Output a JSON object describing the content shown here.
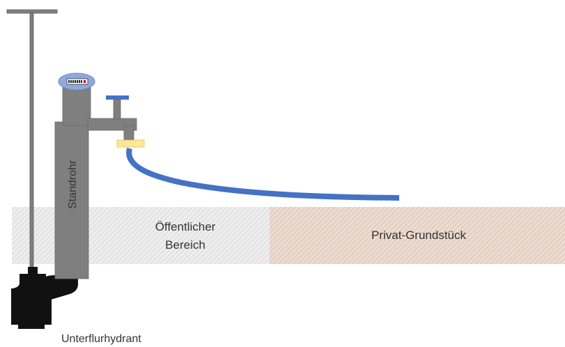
{
  "labels": {
    "standrohr": "Standrohr",
    "oeffentlich_line1": "Öffentlicher",
    "oeffentlich_line2": "Bereich",
    "privat": "Privat-Grundstück",
    "hydrant": "Unterflurhydrant"
  },
  "colors": {
    "pipe_gray": "#7f7f7f",
    "hose_blue": "#4472c4",
    "public_ground": "#e6e6e6",
    "private_ground": "#e8d3c8",
    "hydrant_black": "#111111",
    "coupling_yellow": "#ffe699",
    "meter_ellipse": "#8ea9db"
  },
  "icons": {
    "hydrant_key": "t-handle-key",
    "water_meter": "water-meter-icon",
    "valve_handle": "valve-handle-icon"
  }
}
